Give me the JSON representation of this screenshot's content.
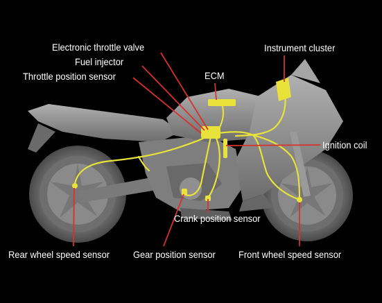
{
  "diagram": {
    "labels": {
      "electronic_throttle_valve": "Electronic throttle valve",
      "fuel_injector": "Fuel injector",
      "throttle_position_sensor": "Throttle position sensor",
      "ecm": "ECM",
      "instrument_cluster": "Instrument cluster",
      "ignition_coil": "Ignition coil",
      "crank_position_sensor": "Crank position sensor",
      "rear_wheel_speed_sensor": "Rear wheel speed sensor",
      "gear_position_sensor": "Gear position sensor",
      "front_wheel_speed_sensor": "Front wheel speed sensor"
    },
    "colors": {
      "background": "#000000",
      "bike_body": "#8e8e8e",
      "bike_shadow": "#5a5a5a",
      "wiring": "#e8e23a",
      "leader_line": "#d9302b",
      "label_text": "#ffffff"
    }
  }
}
